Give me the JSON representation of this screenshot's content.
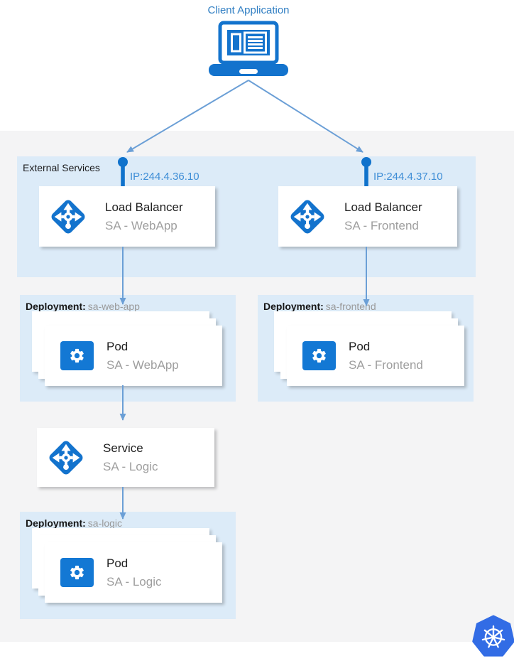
{
  "client": {
    "label": "Client Application"
  },
  "external_services": {
    "label": "External Services",
    "load_balancers": [
      {
        "ip": "IP:244.4.36.10",
        "title": "Load Balancer",
        "subtitle": "SA - WebApp"
      },
      {
        "ip": "IP:244.4.37.10",
        "title": "Load Balancer",
        "subtitle": "SA - Frontend"
      }
    ]
  },
  "deployments": [
    {
      "label": "Deployment:",
      "name": "sa-web-app",
      "pod_title": "Pod",
      "pod_subtitle": "SA - WebApp"
    },
    {
      "label": "Deployment:",
      "name": "sa-frontend",
      "pod_title": "Pod",
      "pod_subtitle": "SA - Frontend"
    },
    {
      "label": "Deployment:",
      "name": "sa-logic",
      "pod_title": "Pod",
      "pod_subtitle": "SA - Logic"
    }
  ],
  "service": {
    "title": "Service",
    "subtitle": "SA - Logic"
  },
  "icons": {
    "client": "laptop-icon",
    "load_balancer": "load-balancer-icon",
    "pod": "gear-icon",
    "service": "load-balancer-icon",
    "kubernetes": "kubernetes-helm-icon"
  },
  "colors": {
    "accent_blue": "#1373cd",
    "pin_blue": "#0f72cc",
    "arrow_blue": "#6b9fd6",
    "panel_blue": "#dcebf8",
    "background_gray": "#f4f4f5",
    "card_title": "#212121",
    "card_subtitle": "#9e9e9e",
    "ip_text": "#3f8ed6",
    "client_text": "#2e7dc2",
    "kubernetes_blue": "#326ce5"
  }
}
